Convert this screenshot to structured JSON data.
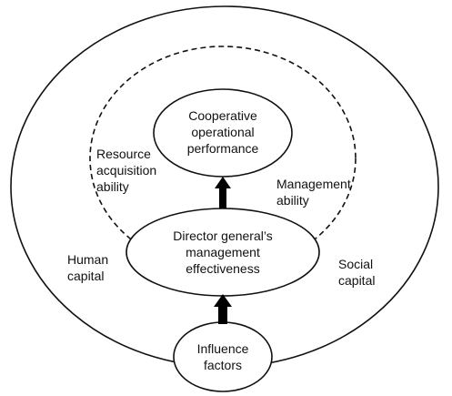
{
  "diagram": {
    "nodes": {
      "cooperative": {
        "lines": [
          "Cooperative",
          "operational",
          "performance"
        ]
      },
      "director": {
        "lines": [
          "Director general’s",
          "management",
          "effectiveness"
        ]
      },
      "influence": {
        "lines": [
          "Influence",
          "factors"
        ]
      }
    },
    "labels": {
      "resource": [
        "Resource",
        "acquisition",
        "ability"
      ],
      "management": [
        "Management",
        "ability"
      ],
      "human": [
        "Human",
        "capital"
      ],
      "social": [
        "Social",
        "capital"
      ]
    }
  }
}
